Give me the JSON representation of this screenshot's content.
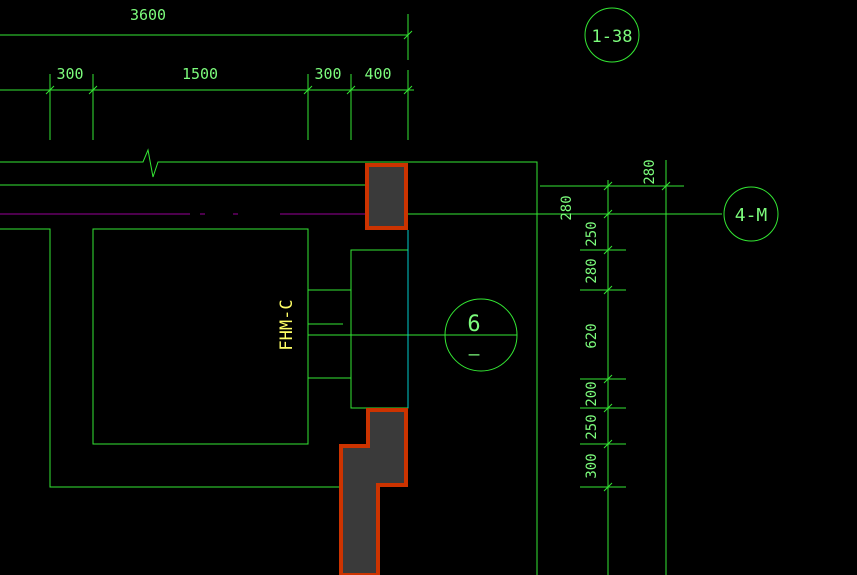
{
  "colors": {
    "background": "#000000",
    "line": "#33E633",
    "wall_fill": "#3A3A3A",
    "wall_border": "#CC3300",
    "door_label": "#FFFF66",
    "cyan": "#00CCCC",
    "axis_line": "#990099"
  },
  "top_dimensions": {
    "overall": "3600",
    "segments": [
      "300",
      "1500",
      "300",
      "400"
    ]
  },
  "right_dimensions": {
    "segments": [
      "250",
      "280",
      "620",
      "200",
      "250",
      "300"
    ],
    "upper_left": "280",
    "upper_right": "280"
  },
  "bubbles": {
    "grid_top": "1-38",
    "grid_right": "4-M",
    "section_number": "6",
    "section_sheet": "—"
  },
  "door": {
    "label": "FHM-C"
  }
}
